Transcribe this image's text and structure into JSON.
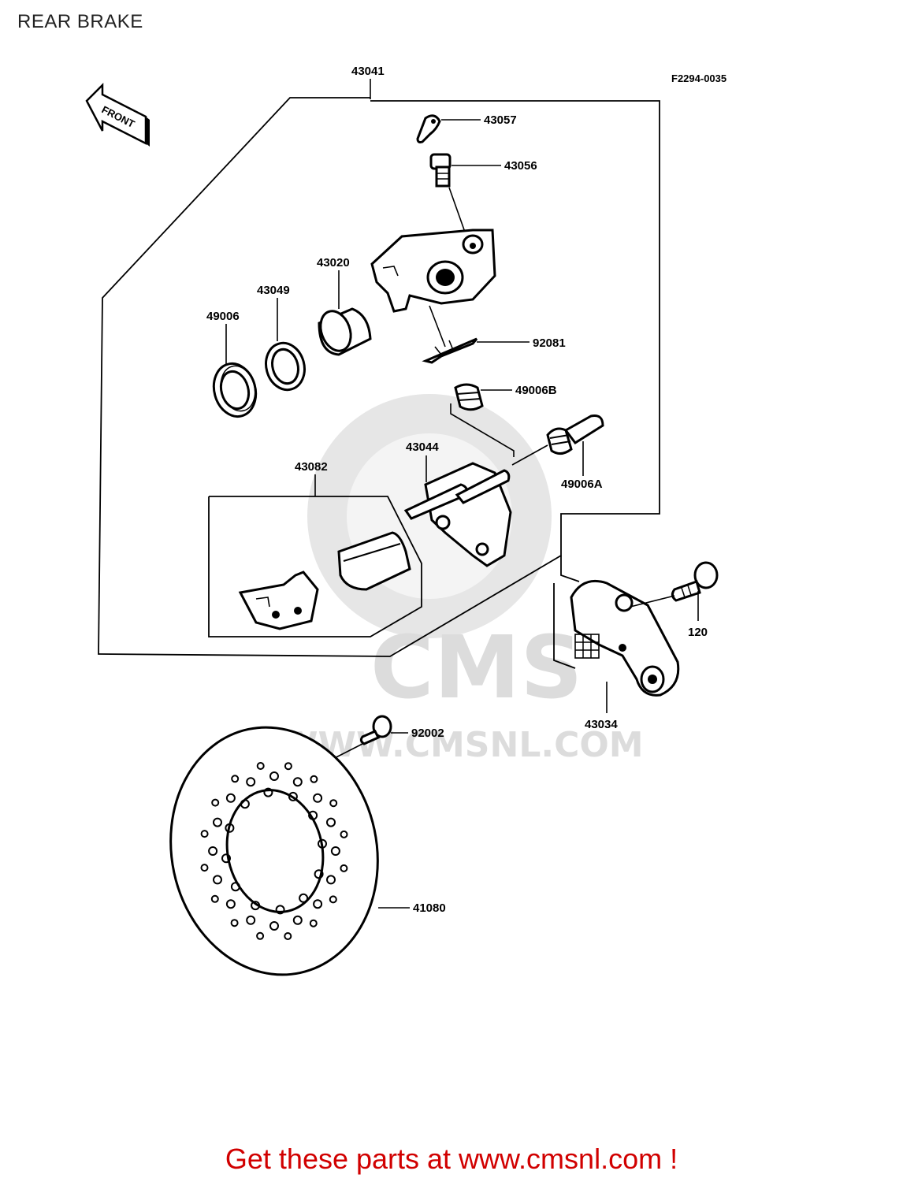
{
  "title": "REAR BRAKE",
  "figure_code": "F2294-0035",
  "front_label": "FRONT",
  "watermark": {
    "brand": "CMS",
    "url": "WWW.CMSNL.COM"
  },
  "parts": {
    "p43041": "43041",
    "p43057": "43057",
    "p43056": "43056",
    "p43020": "43020",
    "p43049": "43049",
    "p49006": "49006",
    "p92081": "92081",
    "p49006B": "49006B",
    "p43044": "43044",
    "p43082": "43082",
    "p49006A": "49006A",
    "p120": "120",
    "p43034": "43034",
    "p92002": "92002",
    "p41080": "41080"
  },
  "footer": "Get these parts at www.cmsnl.com !"
}
